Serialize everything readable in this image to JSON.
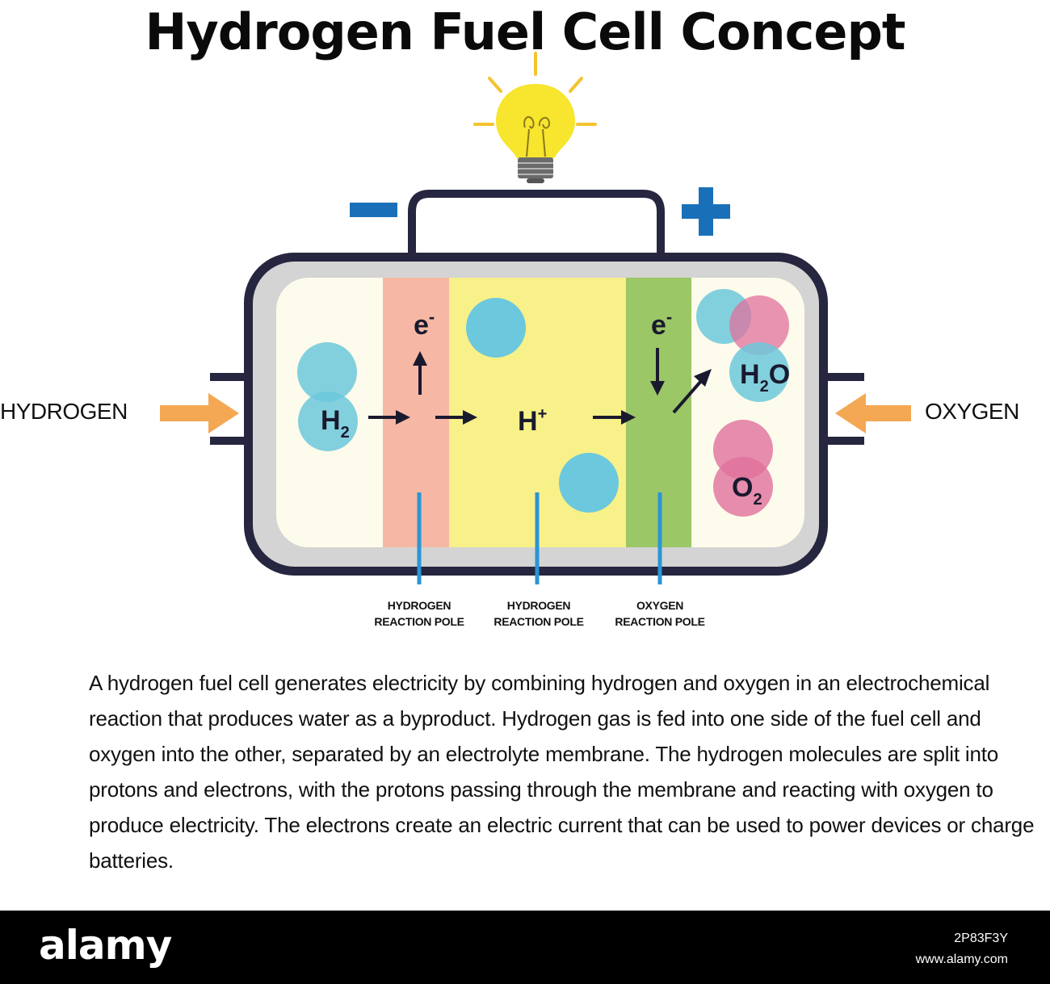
{
  "title": "Hydrogen Fuel Cell Concept",
  "labels": {
    "hydrogen": "HYDROGEN",
    "oxygen": "OXYGEN",
    "minus": "−",
    "plus": "+",
    "electron": "e",
    "electron_charge": "-",
    "h2_symbol": "H",
    "h2_subscript": "2",
    "proton_symbol": "H",
    "proton_charge": "+",
    "water_symbol_h": "H",
    "water_subscript": "2",
    "water_symbol_o": "O",
    "o2_symbol": "O",
    "o2_subscript": "2"
  },
  "poles": [
    {
      "line1": "HYDROGEN",
      "line2": "REACTION POLE"
    },
    {
      "line1": "HYDROGEN",
      "line2": "REACTION POLE"
    },
    {
      "line1": "OXYGEN",
      "line2": "REACTION POLE"
    }
  ],
  "description": "A hydrogen fuel cell generates electricity by combining hydrogen and oxygen in an electrochemical reaction that produces water as a byproduct. Hydrogen gas is fed into one side of the fuel cell and oxygen into the other, separated by an electrolyte membrane. The hydrogen molecules are split into protons and electrons, with the protons passing through the membrane and reacting with oxygen to produce electricity. The electrons create an electric current that can be used to power devices or charge batteries.",
  "footer": {
    "brand": "alamy",
    "image_id": "2P83F3Y",
    "site": "www.alamy.com"
  },
  "colors": {
    "outline": "#262640",
    "inner_frame": "#d4d4d4",
    "cell_bg": "#fdfbeb",
    "anode_band": "#f6b8a5",
    "electrolyte_band": "#f8f089",
    "cathode_band": "#9bc767",
    "hydrogen_circle": "#6cc8dc",
    "oxygen_circle": "#e0709c",
    "terminal_blue": "#1a70b8",
    "feed_arrow": "#f4a853",
    "bulb": "#f7e52e",
    "pole_line": "#2b95d6"
  }
}
